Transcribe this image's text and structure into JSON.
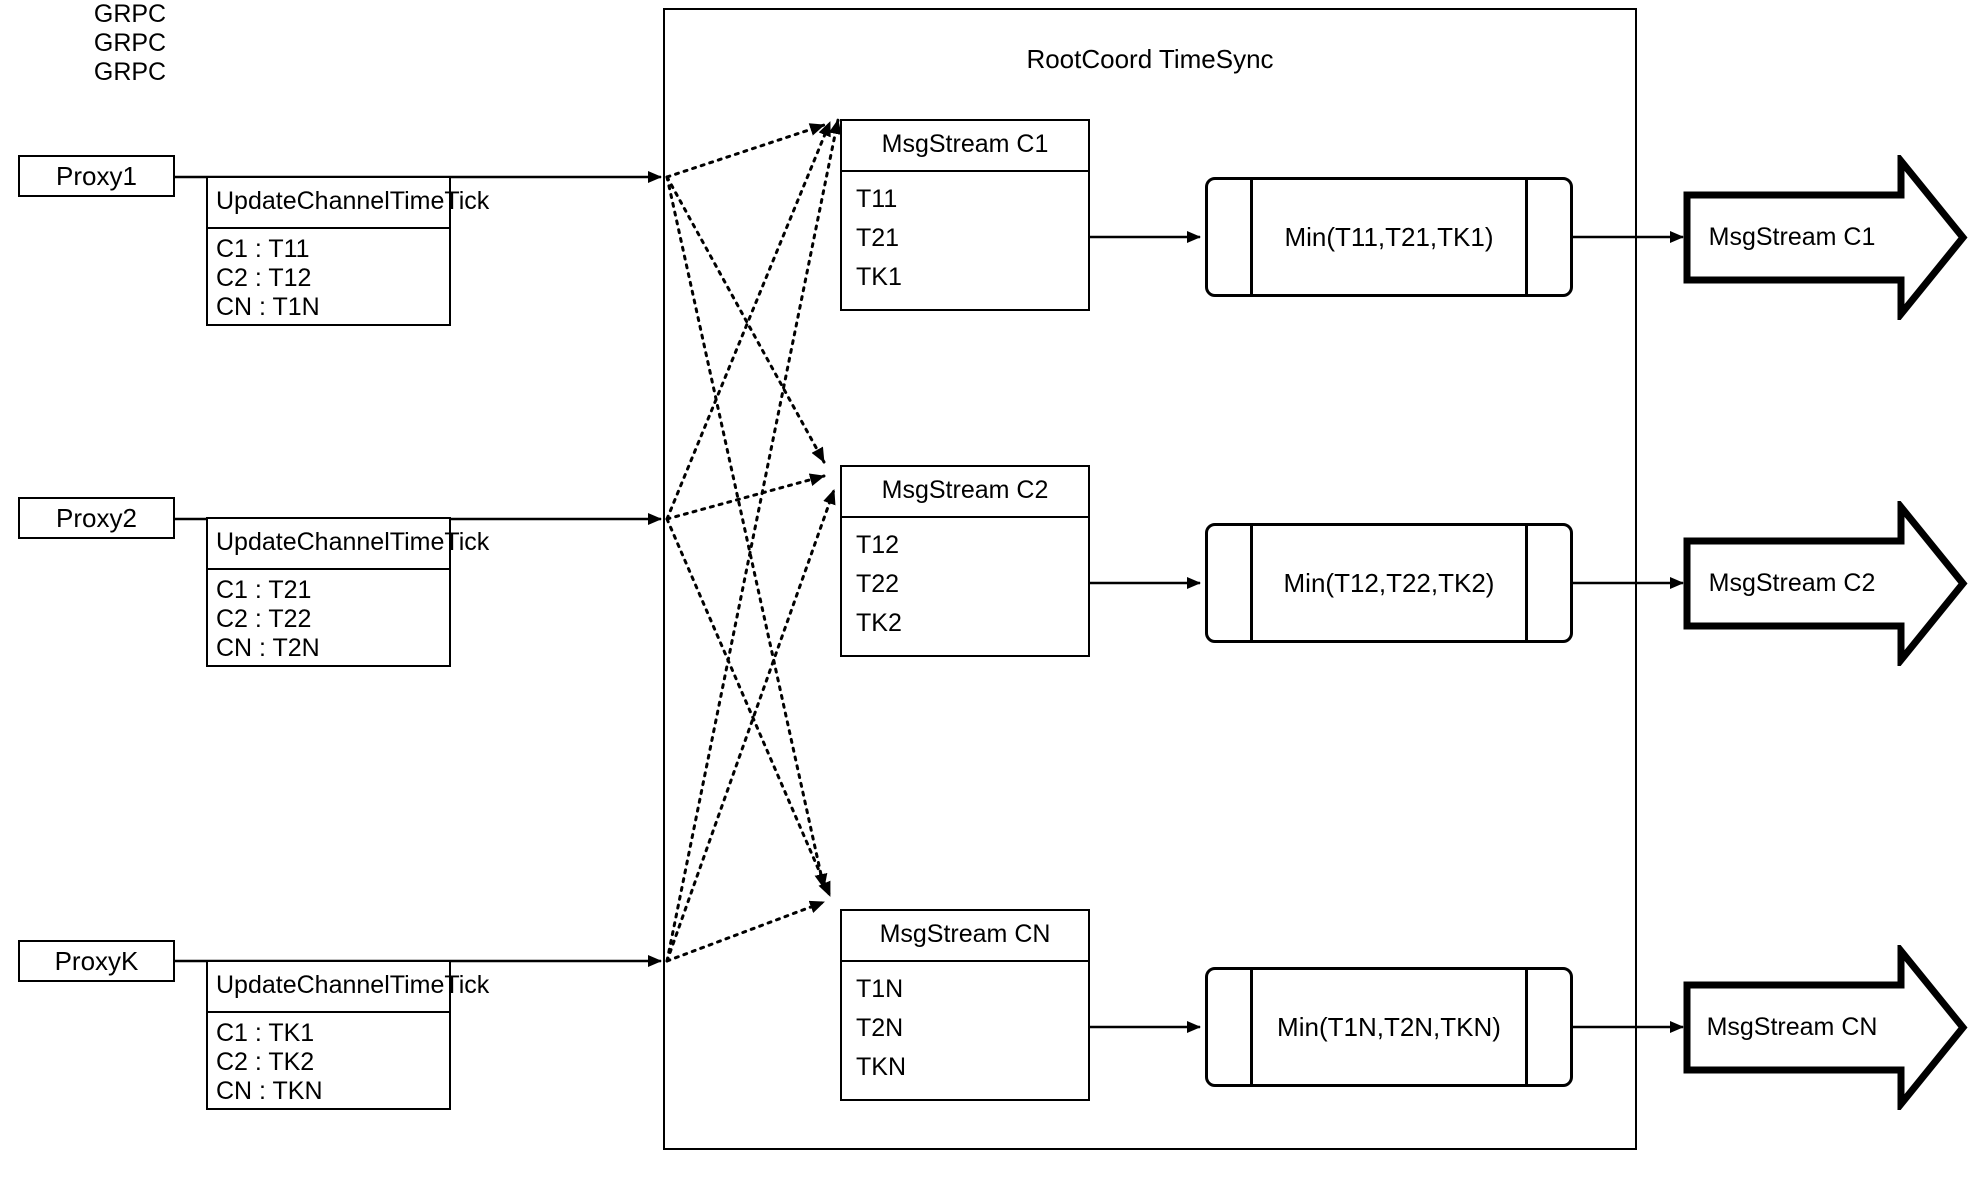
{
  "diagram": {
    "title": "RootCoord TimeSync",
    "container_label": "RootCoord TimeSync"
  },
  "proxies": [
    {
      "name": "Proxy1",
      "grpc_label": "GRPC",
      "tick_header": "UpdateChannelTimeTick",
      "tick_rows": [
        "C1 :  T11",
        "C2 :  T12",
        "CN : T1N"
      ]
    },
    {
      "name": "Proxy2",
      "grpc_label": "GRPC",
      "tick_header": "UpdateChannelTimeTick",
      "tick_rows": [
        "C1 :  T21",
        "C2 :  T22",
        "CN : T2N"
      ]
    },
    {
      "name": "ProxyK",
      "grpc_label": "GRPC",
      "tick_header": "UpdateChannelTimeTick",
      "tick_rows": [
        "C1 :  TK1",
        "C2 :  TK2",
        "CN : TKN"
      ]
    }
  ],
  "channels": [
    {
      "msgstream_header": "MsgStream C1",
      "msgstream_rows": [
        "T11",
        "T21",
        "TK1"
      ],
      "min_label": "Min(T11,T21,TK1)",
      "output_label": "MsgStream C1"
    },
    {
      "msgstream_header": "MsgStream C2",
      "msgstream_rows": [
        "T12",
        "T22",
        "TK2"
      ],
      "min_label": "Min(T12,T22,TK2)",
      "output_label": "MsgStream C2"
    },
    {
      "msgstream_header": "MsgStream CN",
      "msgstream_rows": [
        "T1N",
        "T2N",
        "TKN"
      ],
      "min_label": "Min(T1N,T2N,TKN)",
      "output_label": "MsgStream CN"
    }
  ],
  "colors": {
    "stroke": "#000000",
    "background": "#ffffff"
  }
}
